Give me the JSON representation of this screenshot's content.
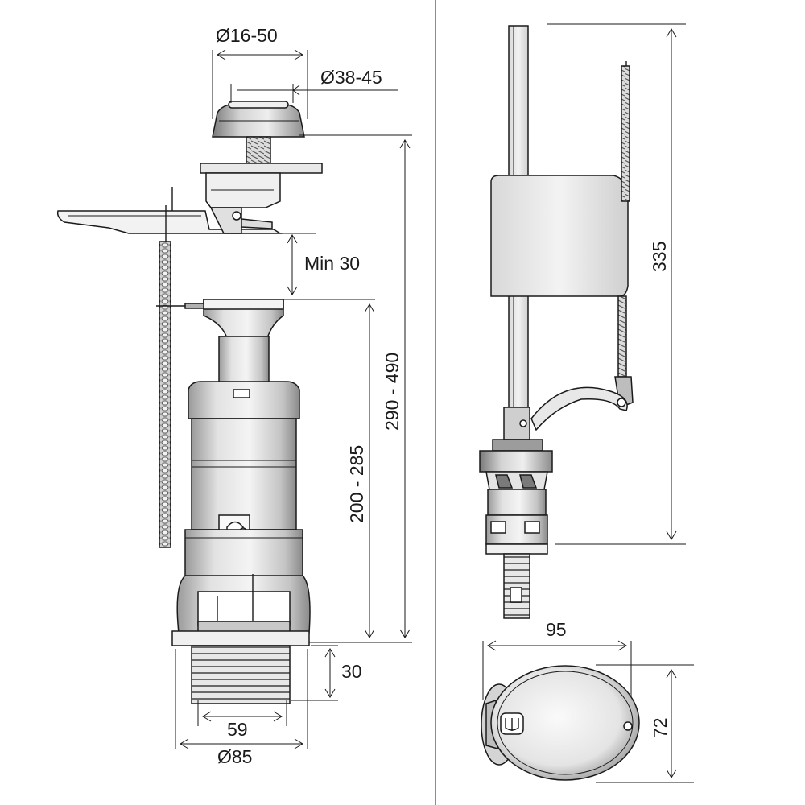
{
  "dimensions": {
    "d16_50": "Ø16-50",
    "d38_45": "Ø38-45",
    "min30": "Min 30",
    "h290_490": "290 - 490",
    "h200_285": "200 - 285",
    "h30": "30",
    "w59": "59",
    "d85": "Ø85",
    "h335": "335",
    "w95": "95",
    "h72": "72"
  },
  "colors": {
    "line": "#1a1a1a",
    "light_gray": "#e6e6e6",
    "mid_gray": "#bdbdbd",
    "dark_gray": "#6b6b6b",
    "background": "#ffffff"
  }
}
